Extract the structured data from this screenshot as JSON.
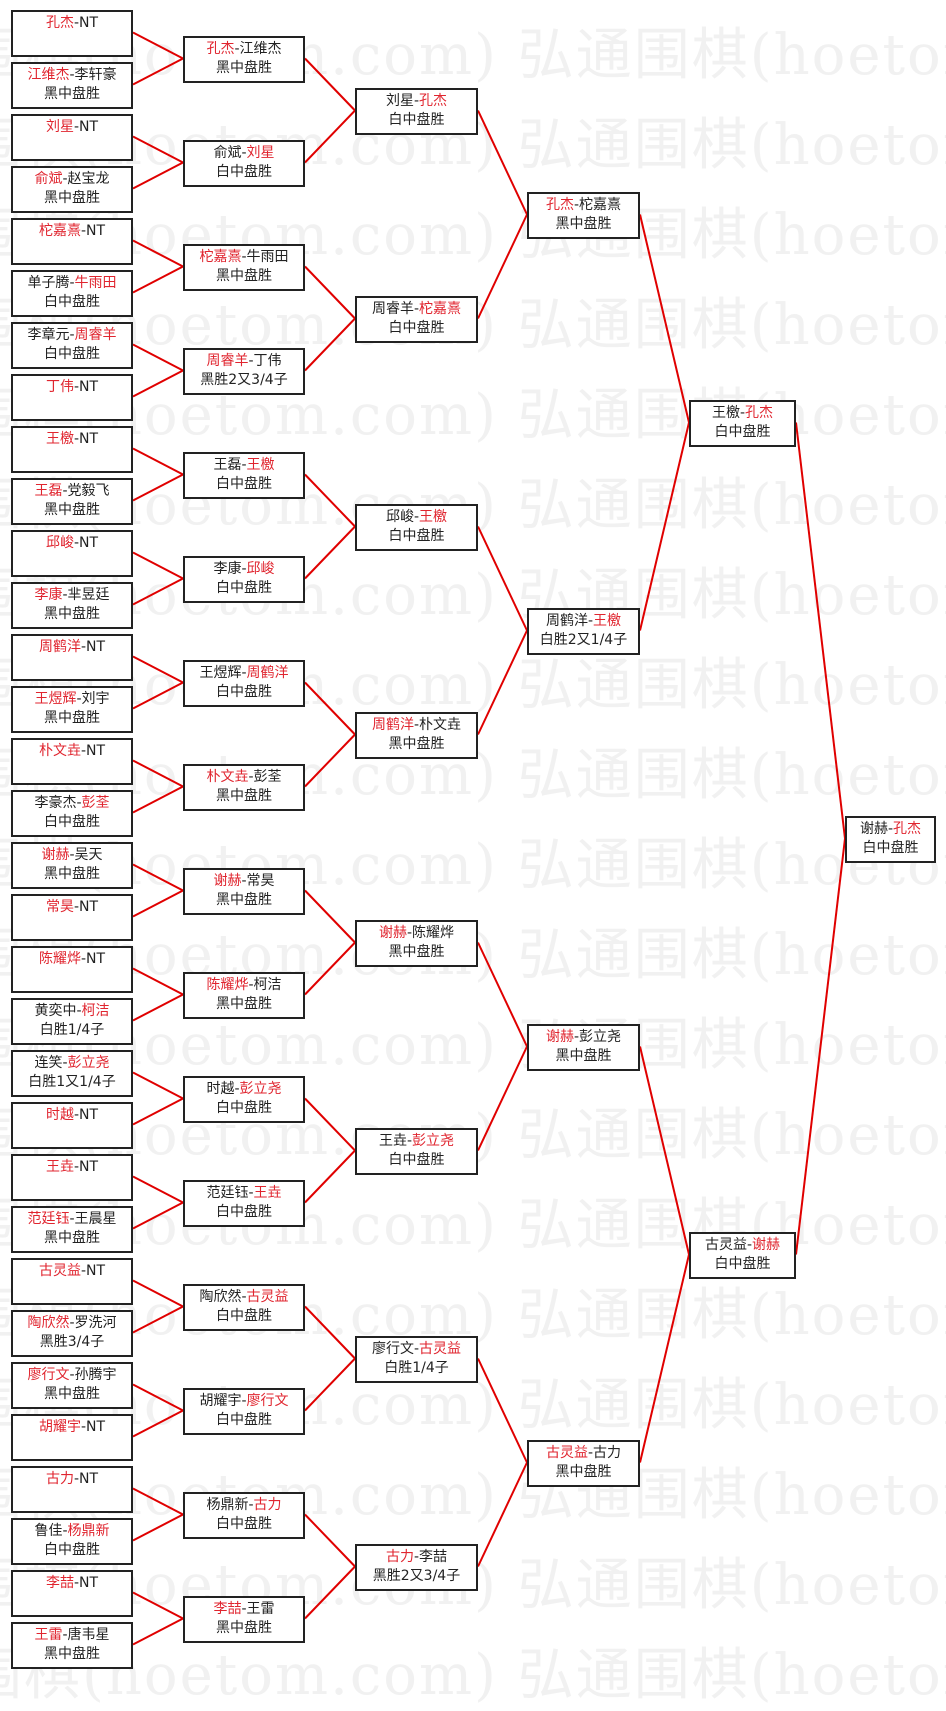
{
  "watermark": "弘通围棋(hoetom.com)",
  "colors": {
    "winner": "#e0252f",
    "line": "#e00000",
    "border": "#222222"
  },
  "sep": "-",
  "rounds": [
    {
      "matches": [
        {
          "p1": "孔杰",
          "p2": "NT",
          "w": 1,
          "result": ""
        },
        {
          "p1": "江维杰",
          "p2": "李轩豪",
          "w": 1,
          "result": "黑中盘胜"
        },
        {
          "p1": "刘星",
          "p2": "NT",
          "w": 1,
          "result": ""
        },
        {
          "p1": "俞斌",
          "p2": "赵宝龙",
          "w": 1,
          "result": "黑中盘胜"
        },
        {
          "p1": "柁嘉熹",
          "p2": "NT",
          "w": 1,
          "result": ""
        },
        {
          "p1": "单子腾",
          "p2": "牛雨田",
          "w": 2,
          "result": "白中盘胜"
        },
        {
          "p1": "李章元",
          "p2": "周睿羊",
          "w": 2,
          "result": "白中盘胜"
        },
        {
          "p1": "丁伟",
          "p2": "NT",
          "w": 1,
          "result": ""
        },
        {
          "p1": "王檄",
          "p2": "NT",
          "w": 1,
          "result": ""
        },
        {
          "p1": "王磊",
          "p2": "党毅飞",
          "w": 1,
          "result": "黑中盘胜"
        },
        {
          "p1": "邱峻",
          "p2": "NT",
          "w": 1,
          "result": ""
        },
        {
          "p1": "李康",
          "p2": "芈昱廷",
          "w": 1,
          "result": "黑中盘胜"
        },
        {
          "p1": "周鹤洋",
          "p2": "NT",
          "w": 1,
          "result": ""
        },
        {
          "p1": "王煜辉",
          "p2": "刘宇",
          "w": 1,
          "result": "黑中盘胜"
        },
        {
          "p1": "朴文垚",
          "p2": "NT",
          "w": 1,
          "result": ""
        },
        {
          "p1": "李豪杰",
          "p2": "彭荃",
          "w": 2,
          "result": "白中盘胜"
        },
        {
          "p1": "谢赫",
          "p2": "吴天",
          "w": 1,
          "result": "黑中盘胜"
        },
        {
          "p1": "常昊",
          "p2": "NT",
          "w": 1,
          "result": ""
        },
        {
          "p1": "陈耀烨",
          "p2": "NT",
          "w": 1,
          "result": ""
        },
        {
          "p1": "黄奕中",
          "p2": "柯洁",
          "w": 2,
          "result": "白胜1/4子"
        },
        {
          "p1": "连笑",
          "p2": "彭立尧",
          "w": 2,
          "result": "白胜1又1/4子"
        },
        {
          "p1": "时越",
          "p2": "NT",
          "w": 1,
          "result": ""
        },
        {
          "p1": "王垚",
          "p2": "NT",
          "w": 1,
          "result": ""
        },
        {
          "p1": "范廷钰",
          "p2": "王晨星",
          "w": 1,
          "result": "黑中盘胜"
        },
        {
          "p1": "古灵益",
          "p2": "NT",
          "w": 1,
          "result": ""
        },
        {
          "p1": "陶欣然",
          "p2": "罗洗河",
          "w": 1,
          "result": "黑胜3/4子"
        },
        {
          "p1": "廖行文",
          "p2": "孙腾宇",
          "w": 1,
          "result": "黑中盘胜"
        },
        {
          "p1": "胡耀宇",
          "p2": "NT",
          "w": 1,
          "result": ""
        },
        {
          "p1": "古力",
          "p2": "NT",
          "w": 1,
          "result": ""
        },
        {
          "p1": "鲁佳",
          "p2": "杨鼎新",
          "w": 2,
          "result": "白中盘胜"
        },
        {
          "p1": "李喆",
          "p2": "NT",
          "w": 1,
          "result": ""
        },
        {
          "p1": "王雷",
          "p2": "唐韦星",
          "w": 1,
          "result": "黑中盘胜"
        }
      ]
    },
    {
      "matches": [
        {
          "p1": "孔杰",
          "p2": "江维杰",
          "w": 1,
          "result": "黑中盘胜"
        },
        {
          "p1": "俞斌",
          "p2": "刘星",
          "w": 2,
          "result": "白中盘胜"
        },
        {
          "p1": "柁嘉熹",
          "p2": "牛雨田",
          "w": 1,
          "result": "黑中盘胜"
        },
        {
          "p1": "周睿羊",
          "p2": "丁伟",
          "w": 1,
          "result": "黑胜2又3/4子"
        },
        {
          "p1": "王磊",
          "p2": "王檄",
          "w": 2,
          "result": "白中盘胜"
        },
        {
          "p1": "李康",
          "p2": "邱峻",
          "w": 2,
          "result": "白中盘胜"
        },
        {
          "p1": "王煜辉",
          "p2": "周鹤洋",
          "w": 2,
          "result": "白中盘胜"
        },
        {
          "p1": "朴文垚",
          "p2": "彭荃",
          "w": 1,
          "result": "黑中盘胜"
        },
        {
          "p1": "谢赫",
          "p2": "常昊",
          "w": 1,
          "result": "黑中盘胜"
        },
        {
          "p1": "陈耀烨",
          "p2": "柯洁",
          "w": 1,
          "result": "黑中盘胜"
        },
        {
          "p1": "时越",
          "p2": "彭立尧",
          "w": 2,
          "result": "白中盘胜"
        },
        {
          "p1": "范廷钰",
          "p2": "王垚",
          "w": 2,
          "result": "白中盘胜"
        },
        {
          "p1": "陶欣然",
          "p2": "古灵益",
          "w": 2,
          "result": "白中盘胜"
        },
        {
          "p1": "胡耀宇",
          "p2": "廖行文",
          "w": 2,
          "result": "白中盘胜"
        },
        {
          "p1": "杨鼎新",
          "p2": "古力",
          "w": 2,
          "result": "白中盘胜"
        },
        {
          "p1": "李喆",
          "p2": "王雷",
          "w": 1,
          "result": "黑中盘胜"
        }
      ]
    },
    {
      "matches": [
        {
          "p1": "刘星",
          "p2": "孔杰",
          "w": 2,
          "result": "白中盘胜"
        },
        {
          "p1": "周睿羊",
          "p2": "柁嘉熹",
          "w": 2,
          "result": "白中盘胜"
        },
        {
          "p1": "邱峻",
          "p2": "王檄",
          "w": 2,
          "result": "白中盘胜"
        },
        {
          "p1": "周鹤洋",
          "p2": "朴文垚",
          "w": 1,
          "result": "黑中盘胜"
        },
        {
          "p1": "谢赫",
          "p2": "陈耀烨",
          "w": 1,
          "result": "黑中盘胜"
        },
        {
          "p1": "王垚",
          "p2": "彭立尧",
          "w": 2,
          "result": "白中盘胜"
        },
        {
          "p1": "廖行文",
          "p2": "古灵益",
          "w": 2,
          "result": "白胜1/4子"
        },
        {
          "p1": "古力",
          "p2": "李喆",
          "w": 1,
          "result": "黑胜2又3/4子"
        }
      ]
    },
    {
      "matches": [
        {
          "p1": "孔杰",
          "p2": "柁嘉熹",
          "w": 1,
          "result": "黑中盘胜"
        },
        {
          "p1": "周鹤洋",
          "p2": "王檄",
          "w": 2,
          "result": "白胜2又1/4子"
        },
        {
          "p1": "谢赫",
          "p2": "彭立尧",
          "w": 1,
          "result": "黑中盘胜"
        },
        {
          "p1": "古灵益",
          "p2": "古力",
          "w": 1,
          "result": "黑中盘胜"
        }
      ]
    },
    {
      "matches": [
        {
          "p1": "王檄",
          "p2": "孔杰",
          "w": 2,
          "result": "白中盘胜"
        },
        {
          "p1": "古灵益",
          "p2": "谢赫",
          "w": 2,
          "result": "白中盘胜"
        }
      ]
    },
    {
      "matches": [
        {
          "p1": "谢赫",
          "p2": "孔杰",
          "w": 2,
          "result": "白中盘胜"
        }
      ]
    }
  ]
}
